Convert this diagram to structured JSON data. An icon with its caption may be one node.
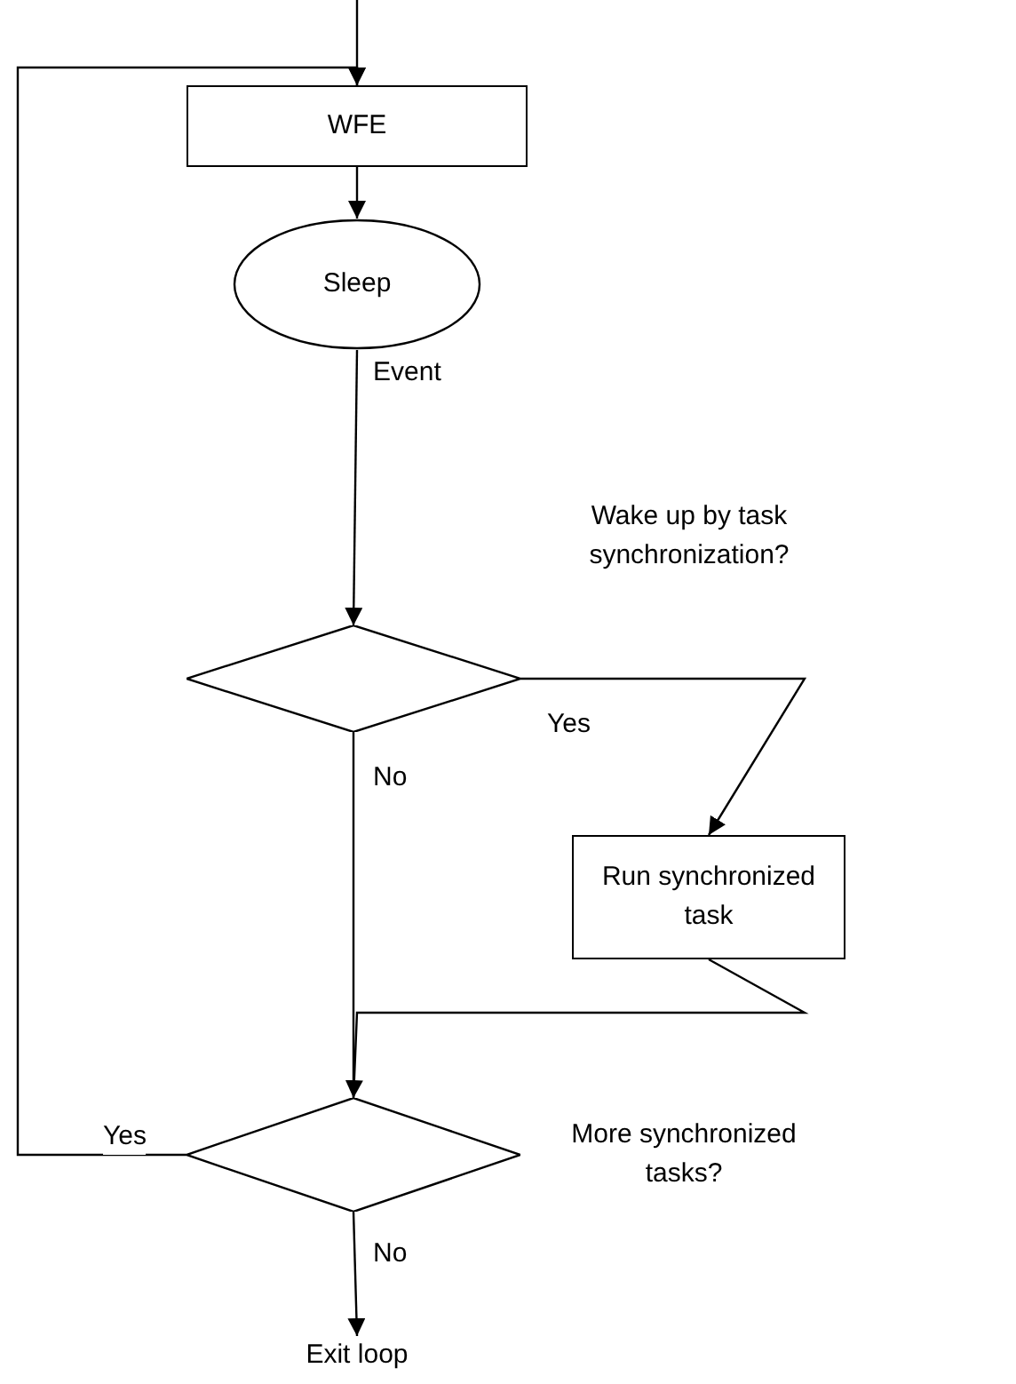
{
  "diagram": {
    "nodes": [
      {
        "text": [
          "WFE"
        ]
      },
      {
        "text": [
          "Sleep"
        ]
      },
      {
        "text": [
          "Wake up by task synchronization?"
        ]
      },
      {
        "text": [
          "Run synchronized task"
        ]
      },
      {
        "text": [
          "More synchronized tasks?"
        ]
      },
      {
        "text": [
          "Exit loop"
        ]
      }
    ],
    "edges": [
      {
        "from": null,
        "to": 0,
        "arrow": "to"
      },
      {
        "from": 0,
        "to": 1,
        "arrow": "to"
      },
      {
        "from": 1,
        "to": 2,
        "arrow": "to",
        "label": "Event"
      },
      {
        "from": 2,
        "to": 3,
        "arrow": "to",
        "label": "Yes"
      },
      {
        "from": 2,
        "to": 4,
        "arrow": "none",
        "label": "No"
      },
      {
        "from": 3,
        "to": 4,
        "arrow": "to"
      },
      {
        "from": 4,
        "to": 0,
        "arrow": "to",
        "label": "Yes"
      },
      {
        "from": 4,
        "to": 5,
        "arrow": "to",
        "label": "No"
      }
    ]
  }
}
